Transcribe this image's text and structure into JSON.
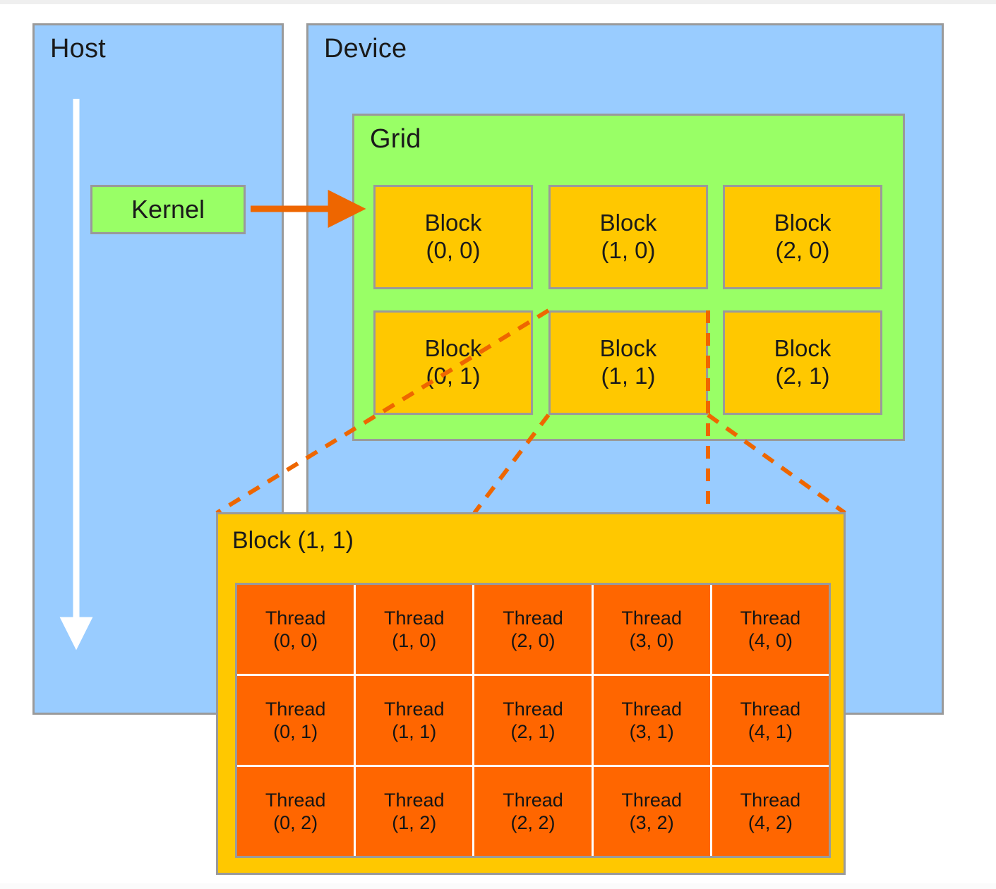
{
  "diagram": {
    "title": "CUDA programming model: host, device, grid, blocks and threads",
    "colors": {
      "host_fill": "#99CCFF",
      "device_fill": "#99CCFF",
      "grid_fill": "#99FF66",
      "kernel_fill": "#99FF66",
      "block_fill": "#FFC800",
      "thread_fill": "#FF6600",
      "border": "#9A9A9A",
      "arrow_launch": "#EE6600",
      "arrow_timeline": "#FFFFFF",
      "connector_dashed": "#EE6600",
      "text": "#1A1A1A",
      "background": "#FFFFFF"
    }
  },
  "host": {
    "title": "Host",
    "kernel_label": "Kernel"
  },
  "device": {
    "title": "Device"
  },
  "grid": {
    "title": "Grid",
    "blocks": [
      {
        "label": "Block",
        "index": "(0, 0)"
      },
      {
        "label": "Block",
        "index": "(1, 0)"
      },
      {
        "label": "Block",
        "index": "(2, 0)"
      },
      {
        "label": "Block",
        "index": "(0, 1)"
      },
      {
        "label": "Block",
        "index": "(1, 1)"
      },
      {
        "label": "Block",
        "index": "(2, 1)"
      }
    ]
  },
  "detail": {
    "title": "Block (1, 1)",
    "threads": [
      {
        "label": "Thread",
        "index": "(0, 0)"
      },
      {
        "label": "Thread",
        "index": "(1, 0)"
      },
      {
        "label": "Thread",
        "index": "(2, 0)"
      },
      {
        "label": "Thread",
        "index": "(3, 0)"
      },
      {
        "label": "Thread",
        "index": "(4, 0)"
      },
      {
        "label": "Thread",
        "index": "(0, 1)"
      },
      {
        "label": "Thread",
        "index": "(1, 1)"
      },
      {
        "label": "Thread",
        "index": "(2, 1)"
      },
      {
        "label": "Thread",
        "index": "(3, 1)"
      },
      {
        "label": "Thread",
        "index": "(4, 1)"
      },
      {
        "label": "Thread",
        "index": "(0, 2)"
      },
      {
        "label": "Thread",
        "index": "(1, 2)"
      },
      {
        "label": "Thread",
        "index": "(2, 2)"
      },
      {
        "label": "Thread",
        "index": "(3, 2)"
      },
      {
        "label": "Thread",
        "index": "(4, 2)"
      }
    ]
  }
}
